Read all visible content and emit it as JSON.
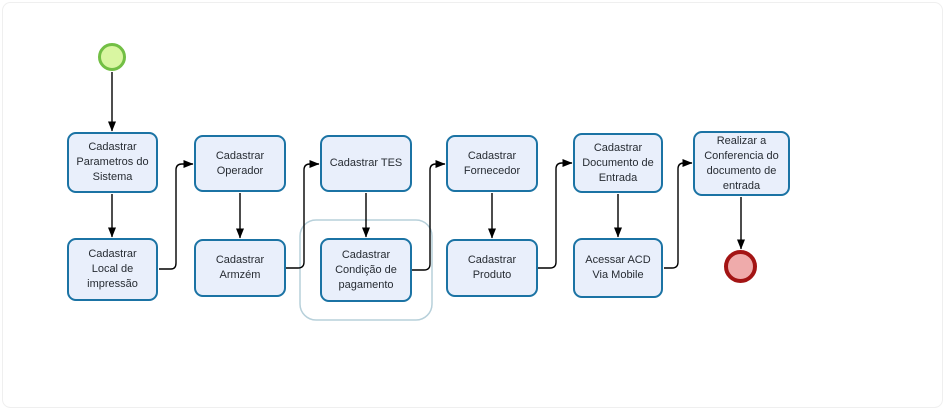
{
  "diagram": {
    "type": "bpmn-flowchart",
    "colors": {
      "task_fill": "#e9effb",
      "task_border": "#1b73a4",
      "task_text": "#272c33",
      "start_event_fill": "#d9f6a1",
      "start_event_border": "#72bf44",
      "end_event_fill": "#efabab",
      "end_event_border": "#a31414",
      "group_border": "#b7d0da",
      "connector": "#000000",
      "background": "#ffffff"
    },
    "start_event": {
      "type": "start"
    },
    "end_event": {
      "type": "end"
    },
    "tasks": [
      {
        "id": "cadastrar-parametros-do-sistema",
        "label": "Cadastrar\nParametros do\nSistema"
      },
      {
        "id": "cadastrar-operador",
        "label": "Cadastrar\nOperador"
      },
      {
        "id": "cadastrar-tes",
        "label": "Cadastrar TES"
      },
      {
        "id": "cadastrar-fornecedor",
        "label": "Cadastrar\nFornecedor"
      },
      {
        "id": "cadastrar-documento-de-entrada",
        "label": "Cadastrar\nDocumento de\nEntrada"
      },
      {
        "id": "realizar-conferencia-documento-entrada",
        "label": "Realizar a\nConferencia do\ndocumento de\nentrada"
      },
      {
        "id": "cadastrar-local-de-impressao",
        "label": "Cadastrar\nLocal de\nimpressão"
      },
      {
        "id": "cadastrar-armzem",
        "label": "Cadastrar\nArmzém"
      },
      {
        "id": "cadastrar-condicao-de-pagamento",
        "label": "Cadastrar\nCondição de\npagamento"
      },
      {
        "id": "cadastrar-produto",
        "label": "Cadastrar\nProduto"
      },
      {
        "id": "acessar-acd-via-mobile",
        "label": "Acessar ACD\nVia Mobile"
      }
    ],
    "group": {
      "contains": "cadastrar-condicao-de-pagamento"
    },
    "connections": [
      {
        "from": "start",
        "to": "cadastrar-parametros-do-sistema"
      },
      {
        "from": "cadastrar-parametros-do-sistema",
        "to": "cadastrar-local-de-impressao"
      },
      {
        "from": "cadastrar-local-de-impressao",
        "to": "cadastrar-operador"
      },
      {
        "from": "cadastrar-operador",
        "to": "cadastrar-armzem"
      },
      {
        "from": "cadastrar-armzem",
        "to": "cadastrar-tes"
      },
      {
        "from": "cadastrar-tes",
        "to": "cadastrar-condicao-de-pagamento"
      },
      {
        "from": "cadastrar-condicao-de-pagamento",
        "to": "cadastrar-fornecedor"
      },
      {
        "from": "cadastrar-fornecedor",
        "to": "cadastrar-produto"
      },
      {
        "from": "cadastrar-produto",
        "to": "cadastrar-documento-de-entrada"
      },
      {
        "from": "cadastrar-documento-de-entrada",
        "to": "acessar-acd-via-mobile"
      },
      {
        "from": "acessar-acd-via-mobile",
        "to": "realizar-conferencia-documento-entrada"
      },
      {
        "from": "realizar-conferencia-documento-entrada",
        "to": "end"
      }
    ]
  }
}
